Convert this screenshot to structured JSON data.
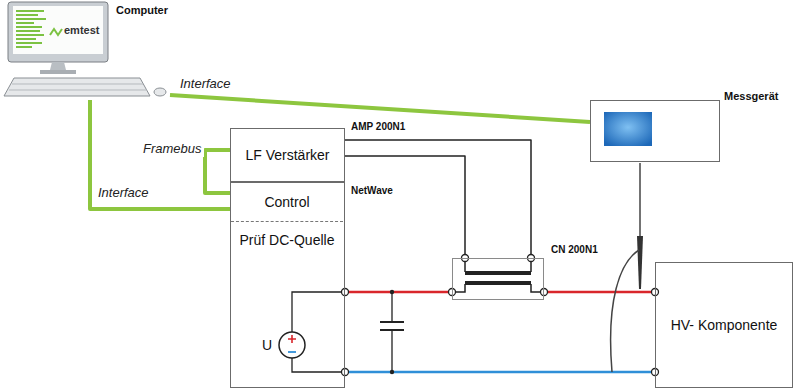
{
  "diagram": {
    "nodes": [
      {
        "text": [
          "Computer"
        ]
      },
      {
        "text": [
          "LF Verstärker",
          "AMP 200N1"
        ]
      },
      {
        "text": [
          "NetWave"
        ]
      },
      {
        "text": [
          "Control"
        ],
        "in": 2
      },
      {
        "text": [
          "Prüf DC-Quelle"
        ],
        "in": 2
      },
      {
        "text": [
          "CN 200N1"
        ]
      },
      {
        "text": [
          "Messgerät"
        ]
      },
      {
        "text": [
          "HV- Komponente"
        ]
      }
    ],
    "edges": [
      {
        "from": 0,
        "to": 6,
        "label": "Interface",
        "arrow": "none"
      },
      {
        "from": 0,
        "to": 3,
        "label": "Interface",
        "arrow": "none"
      },
      {
        "from": 1,
        "to": 3,
        "label": "Framebus",
        "arrow": "none"
      },
      {
        "from": 1,
        "to": 5,
        "arrow": "none"
      },
      {
        "from": 4,
        "to": 5,
        "arrow": "none"
      },
      {
        "from": 5,
        "to": 7,
        "arrow": "none"
      },
      {
        "from": 4,
        "to": 7,
        "arrow": "none"
      }
    ],
    "labels": [
      "emtest",
      "U"
    ]
  }
}
